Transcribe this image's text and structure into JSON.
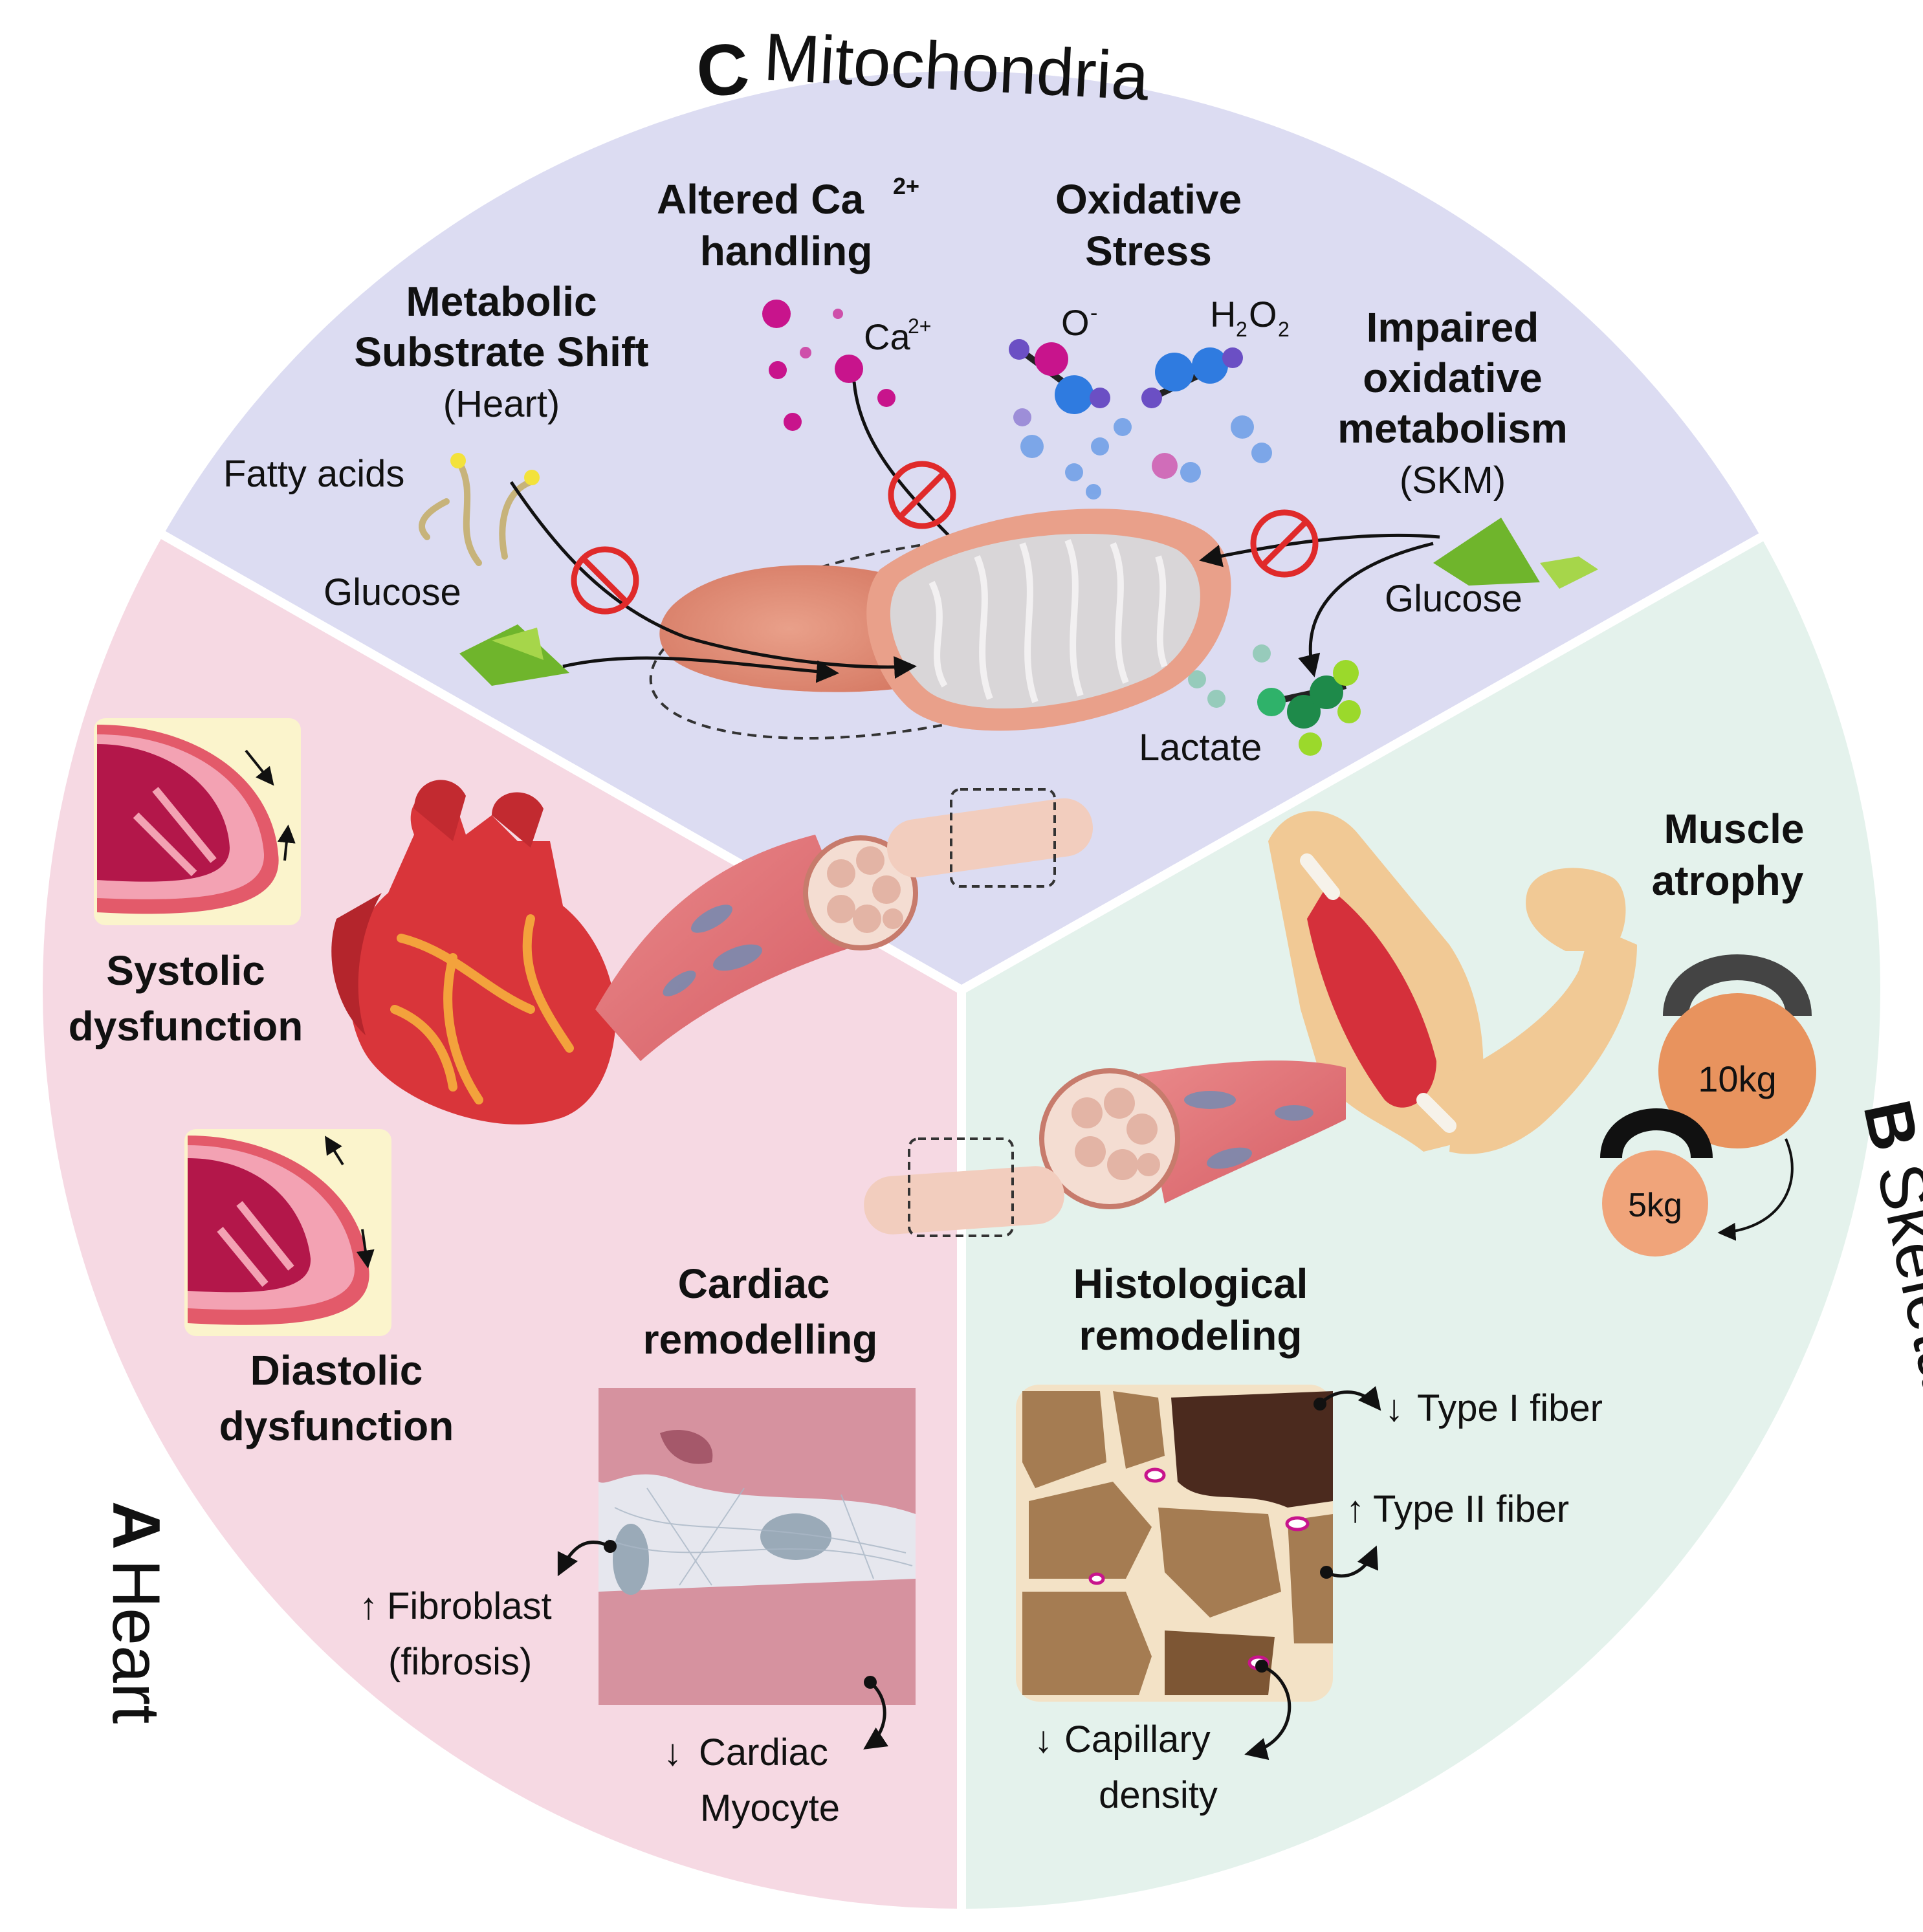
{
  "panels": {
    "mito": {
      "letter": "C",
      "title": "Mitochondria",
      "substrate": {
        "line1": "Metabolic",
        "line2": "Substrate Shift",
        "sub": "(Heart)"
      },
      "fatty_acids": "Fatty acids",
      "glucose_left": "Glucose",
      "calcium": {
        "line1": "Altered Ca",
        "sup": "2+",
        "line2": "handling",
        "ion": "Ca",
        "ion_sup": "2+"
      },
      "oxidative": {
        "line1": "Oxidative",
        "line2": "Stress",
        "superoxide": "O",
        "superoxide_sup": "-",
        "peroxide_h": "H",
        "peroxide_2a": "2",
        "peroxide_o": "O",
        "peroxide_2b": "2"
      },
      "impaired": {
        "line1": "Impaired",
        "line2": "oxidative",
        "line3": "metabolism",
        "sub": "(SKM)"
      },
      "glucose_right": "Glucose",
      "lactate": "Lactate"
    },
    "heart": {
      "letter": "A",
      "title": "Heart",
      "systolic": {
        "line1": "Systolic",
        "line2": "dysfunction"
      },
      "diastolic": {
        "line1": "Diastolic",
        "line2": "dysfunction"
      },
      "remodel": {
        "line1": "Cardiac",
        "line2": "remodelling"
      },
      "fibroblast": {
        "arrow": "↑",
        "line1": "Fibroblast",
        "line2": "(fibrosis)"
      },
      "myocyte": {
        "arrow": "↓",
        "line1": "Cardiac",
        "line2": "Myocyte"
      }
    },
    "muscle": {
      "letter": "B",
      "title": "Skeletal Muscle",
      "atrophy": {
        "line1": "Muscle",
        "line2": "atrophy"
      },
      "kettlebell_big": "10kg",
      "kettlebell_small": "5kg",
      "histo": {
        "line1": "Histological",
        "line2": "remodeling"
      },
      "type1": {
        "arrow": "↓",
        "label": "Type I fiber"
      },
      "type2": {
        "arrow": "↑",
        "label": "Type II fiber"
      },
      "capillary": {
        "arrow": "↓",
        "line1": "Capillary",
        "line2": "density"
      }
    }
  },
  "colors": {
    "mito_bg": "#dcdcf2",
    "heart_bg": "#f6d9e3",
    "muscle_bg": "#e4f2ec",
    "inhibit_red": "#e02a2a",
    "magenta": "#c8148c",
    "blue_molecule": "#2f7be0"
  },
  "icons": [
    "inhibit-icon",
    "glucose-icon",
    "calcium-ion-icon",
    "molecule-icon",
    "mitochondrion-icon",
    "heart-icon",
    "muscle-fiber-icon",
    "arm-icon",
    "kettlebell-icon"
  ]
}
